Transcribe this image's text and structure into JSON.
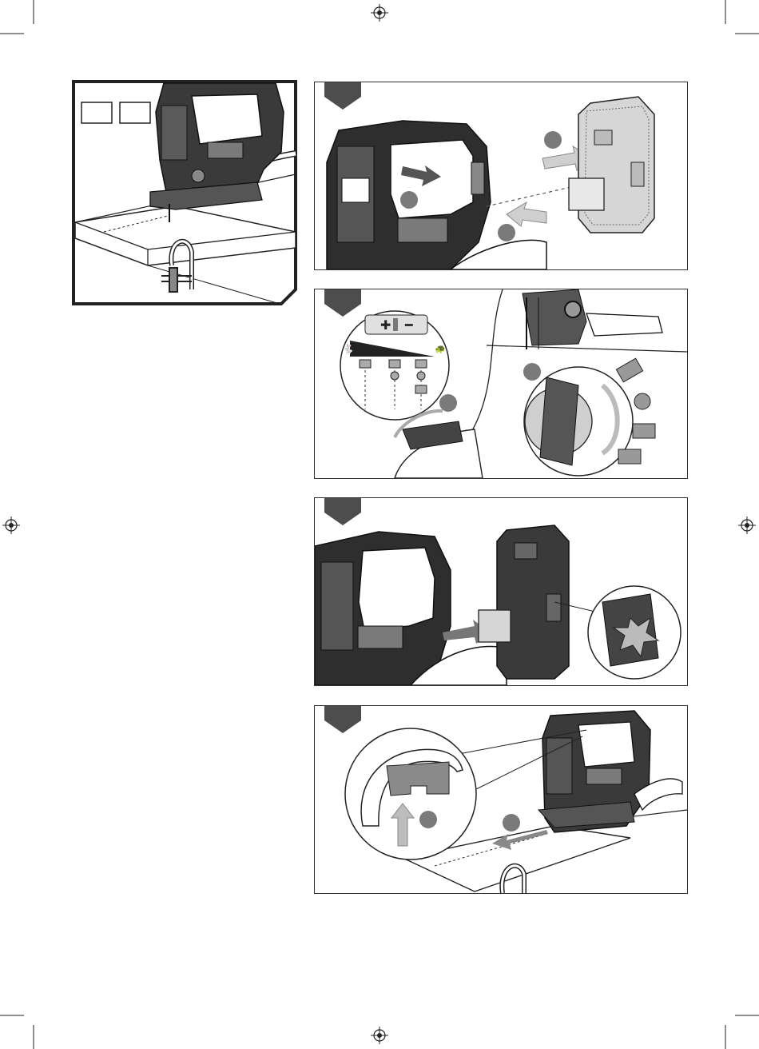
{
  "page": {
    "kind": "instruction-manual-illustration-page",
    "colors": {
      "ink": "#1a1a1a",
      "tab": "#5a5a5a",
      "badge": "#7a7a7a",
      "paper": "#ffffff"
    }
  },
  "figures": [
    {
      "id": "overview",
      "icons": [
        "jigsaw-icon",
        "workpiece-icon",
        "clamp-icon"
      ]
    },
    {
      "id": "step-1",
      "icons": [
        "jigsaw-icon",
        "battery-pack-icon",
        "insert-arrow-icon"
      ]
    },
    {
      "id": "step-2",
      "icons": [
        "speed-dial-icon",
        "plus-icon",
        "minus-icon",
        "rabbit-icon",
        "turtle-icon",
        "orbital-dial-icon",
        "material-icon"
      ]
    },
    {
      "id": "step-3",
      "icons": [
        "jigsaw-icon",
        "battery-pack-icon",
        "release-arrow-icon",
        "click-burst-icon"
      ]
    },
    {
      "id": "step-4",
      "icons": [
        "jigsaw-icon",
        "dust-port-icon",
        "workpiece-icon",
        "clamp-icon"
      ]
    }
  ]
}
